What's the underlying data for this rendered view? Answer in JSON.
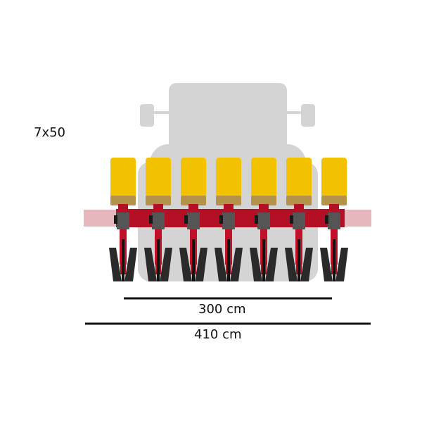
{
  "configuration": "7x50",
  "working_width": "300 cm",
  "transport_width": "410 cm",
  "row_units": 7,
  "colors": {
    "background": "#ffffff",
    "tractor": "#d4d4d4",
    "toolbar_band": "#e8b7bd",
    "frame": "#b40f24",
    "hopper": "#f2c200",
    "hopper_base": "#b5924a",
    "clamp": "#555555",
    "coulter": "#c0102a",
    "disc": "#2a2a2a",
    "dimension_line": "#111111"
  }
}
